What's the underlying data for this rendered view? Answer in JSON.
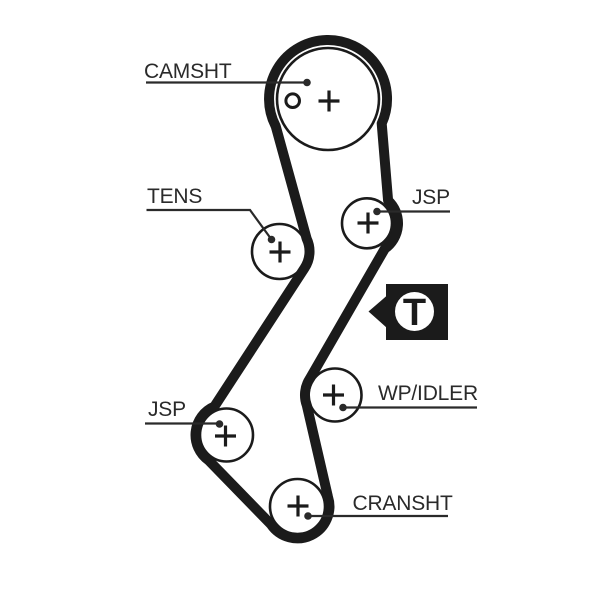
{
  "diagram": {
    "colors": {
      "background": "#ffffff",
      "ink": "#1b1b1b",
      "label_ink": "#2a2a2a"
    },
    "labels": {
      "camshaft": "CAMSHT",
      "tensioner": "TENS",
      "jsp_upper": "JSP",
      "wp_idler": "WP/IDLER",
      "jsp_lower": "JSP",
      "crankshaft": "CRANSHT"
    },
    "direction_logo": {
      "letter": "T",
      "icon": "arrow-left-T-badge-icon"
    },
    "marks": {
      "pulley_center": "plus-mark-icon",
      "camshaft_alignment": "circle-mark-icon"
    }
  }
}
